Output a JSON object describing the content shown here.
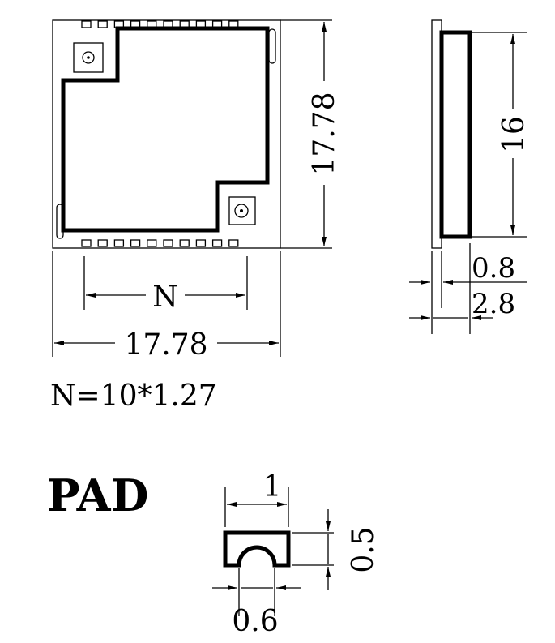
{
  "colors": {
    "line": "#000000",
    "background": "#ffffff"
  },
  "module": {
    "height_label": "17.78",
    "width_label": "17.78",
    "pitch_label": "N",
    "pitch_note": "N=10*1.27",
    "pin_count_per_row": 10
  },
  "side_view": {
    "height_label": "16",
    "top_thickness_label": "0.8",
    "total_thickness_label": "2.8"
  },
  "pad": {
    "title": "PAD",
    "width_label": "1",
    "height_label": "0.5",
    "gap_label": "0.6"
  }
}
